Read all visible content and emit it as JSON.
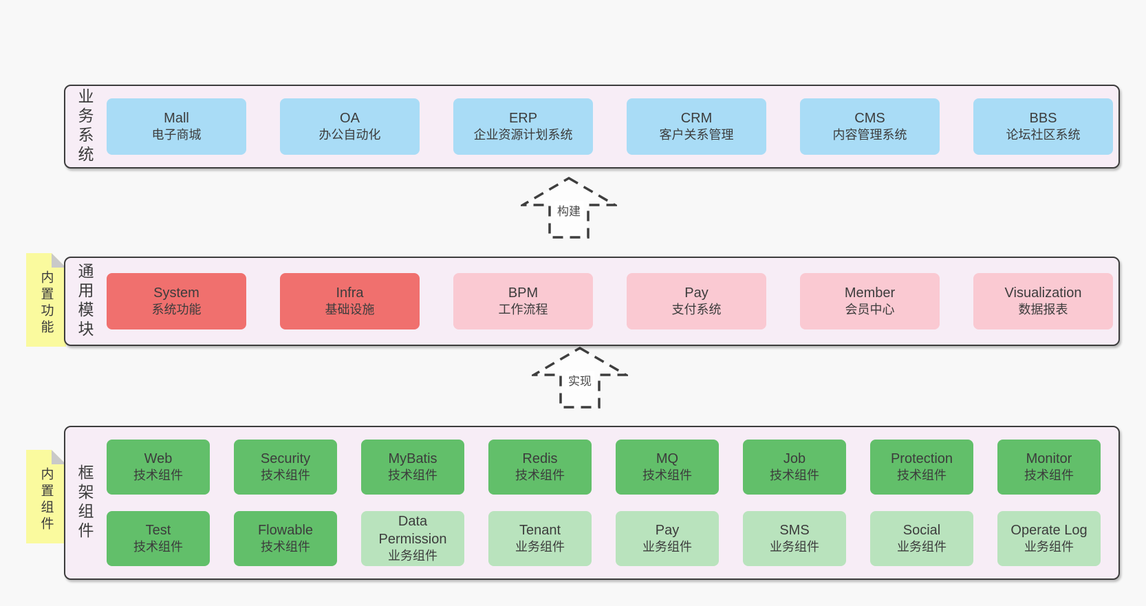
{
  "diagram": {
    "sections": [
      {
        "id": "business-systems",
        "side_label": "业务系统",
        "rows": [
          [
            {
              "name": "Mall",
              "desc": "电子商城",
              "variant": "blue"
            },
            {
              "name": "OA",
              "desc": "办公自动化",
              "variant": "blue"
            },
            {
              "name": "ERP",
              "desc": "企业资源计划系统",
              "variant": "blue"
            },
            {
              "name": "CRM",
              "desc": "客户关系管理",
              "variant": "blue"
            },
            {
              "name": "CMS",
              "desc": "内容管理系统",
              "variant": "blue"
            },
            {
              "name": "BBS",
              "desc": "论坛社区系统",
              "variant": "blue"
            }
          ]
        ]
      },
      {
        "id": "common-modules",
        "side_label": "通用模块",
        "sticky_label": "内置功能",
        "rows": [
          [
            {
              "name": "System",
              "desc": "系统功能",
              "variant": "red"
            },
            {
              "name": "Infra",
              "desc": "基础设施",
              "variant": "red"
            },
            {
              "name": "BPM",
              "desc": "工作流程",
              "variant": "pink"
            },
            {
              "name": "Pay",
              "desc": "支付系统",
              "variant": "pink"
            },
            {
              "name": "Member",
              "desc": "会员中心",
              "variant": "pink"
            },
            {
              "name": "Visualization",
              "desc": "数据报表",
              "variant": "pink"
            }
          ]
        ]
      },
      {
        "id": "framework-components",
        "side_label": "框架组件",
        "sticky_label": "内置组件",
        "rows": [
          [
            {
              "name": "Web",
              "desc": "技术组件",
              "variant": "green"
            },
            {
              "name": "Security",
              "desc": "技术组件",
              "variant": "green"
            },
            {
              "name": "MyBatis",
              "desc": "技术组件",
              "variant": "green"
            },
            {
              "name": "Redis",
              "desc": "技术组件",
              "variant": "green"
            },
            {
              "name": "MQ",
              "desc": "技术组件",
              "variant": "green"
            },
            {
              "name": "Job",
              "desc": "技术组件",
              "variant": "green"
            },
            {
              "name": "Protection",
              "desc": "技术组件",
              "variant": "green"
            },
            {
              "name": "Monitor",
              "desc": "技术组件",
              "variant": "green"
            }
          ],
          [
            {
              "name": "Test",
              "desc": "技术组件",
              "variant": "green"
            },
            {
              "name": "Flowable",
              "desc": "技术组件",
              "variant": "green"
            },
            {
              "name": "Data Permission",
              "desc": "业务组件",
              "variant": "green-light"
            },
            {
              "name": "Tenant",
              "desc": "业务组件",
              "variant": "green-light"
            },
            {
              "name": "Pay",
              "desc": "业务组件",
              "variant": "green-light"
            },
            {
              "name": "SMS",
              "desc": "业务组件",
              "variant": "green-light"
            },
            {
              "name": "Social",
              "desc": "业务组件",
              "variant": "green-light"
            },
            {
              "name": "Operate Log",
              "desc": "业务组件",
              "variant": "green-light"
            }
          ]
        ]
      }
    ],
    "arrows": [
      {
        "label": "构建"
      },
      {
        "label": "实现"
      }
    ],
    "colors": {
      "page_bg": "#f8f8f8",
      "panel_bg": "#f7edf6",
      "panel_border": "#3c3c3c",
      "blue": "#a9dcf6",
      "red": "#f0706e",
      "pink": "#fac9d2",
      "green": "#62bf6a",
      "green_light": "#b9e3bd",
      "sticky_yellow": "#fafa9e",
      "sticky_fold": "#c9c9c9",
      "text": "#3c3c3c"
    }
  }
}
